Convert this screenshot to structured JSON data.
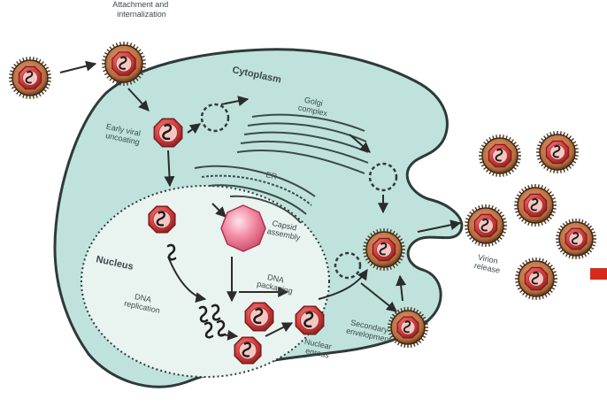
{
  "labels": {
    "attachment": [
      "Attachment and",
      "internalization"
    ],
    "cytoplasm": "Cytoplasm",
    "golgi": [
      "Golgi",
      "complex"
    ],
    "early_uncoating": [
      "Early viral",
      "uncoating"
    ],
    "er": "ER",
    "capsid_assembly": [
      "Capsid",
      "assembly"
    ],
    "nucleus": "Nucleus",
    "dna_replication": [
      "DNA",
      "replication"
    ],
    "dna_packaging": [
      "DNA",
      "packaging"
    ],
    "nuclear_egress": [
      "Nuclear",
      "egress"
    ],
    "secondary_envelopment": [
      "Secondary",
      "envelopment"
    ],
    "virion_release": [
      "Virion",
      "release"
    ]
  },
  "icons": {
    "virion": "virion-icon",
    "capsid": "capsid-icon",
    "vesicle": "vesicle-icon",
    "dna": "dna-strand-icon"
  },
  "colors": {
    "background": "#ffffff",
    "cell_fill": "#bfe3dc",
    "nucleus_fill": "#e9f3f0",
    "cell_outline": "#2e3a3a",
    "capsid_red": "#d63a3a",
    "capsid_dark": "#7a1e1e",
    "envelope": "#6b4d2a",
    "arrow": "#2b2b2b",
    "accent_red": "#d62a1a"
  }
}
